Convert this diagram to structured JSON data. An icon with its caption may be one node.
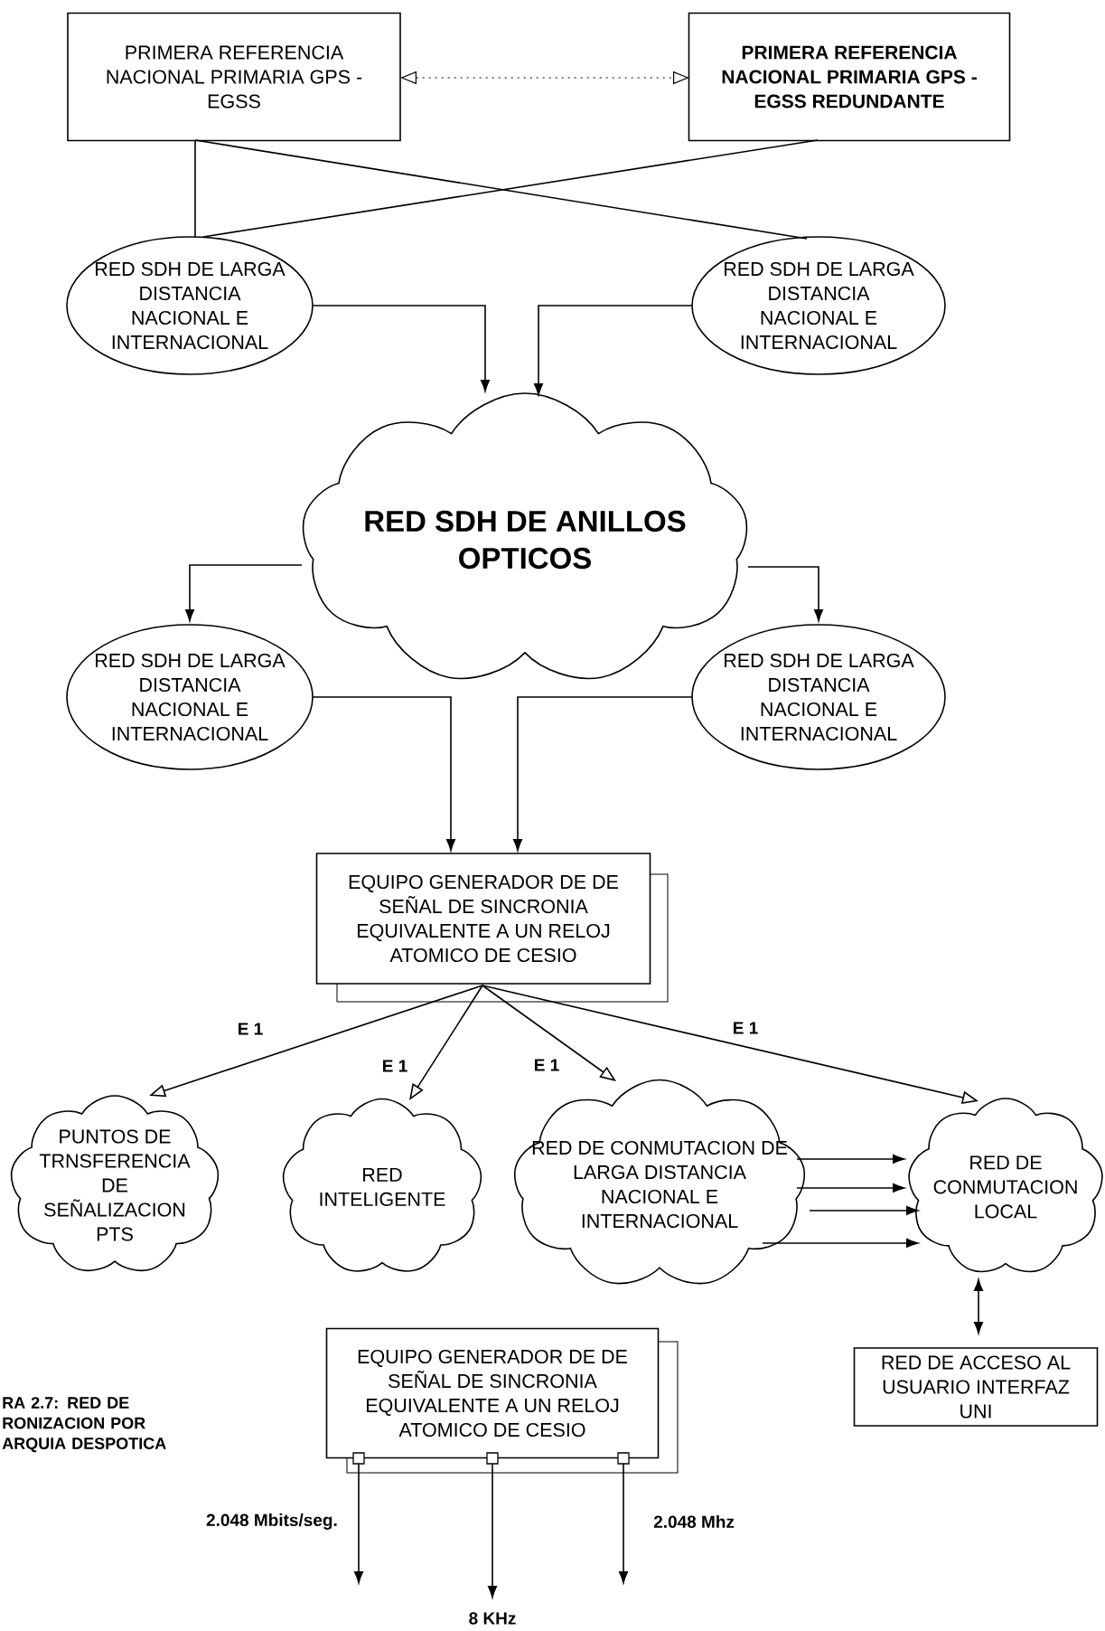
{
  "diagram": {
    "nodes": [
      {
        "text": [
          "PRIMERA REFERENCIA NACIONAL PRIMARIA GPS - EGSS"
        ]
      },
      {
        "text": [
          "PRIMERA REFERENCIA NACIONAL PRIMARIA GPS - EGSS REDUNDANTE"
        ]
      },
      {
        "text": [
          "RED SDH DE LARGA DISTANCIA NACIONAL E INTERNACIONAL"
        ]
      },
      {
        "text": [
          "RED SDH DE LARGA DISTANCIA NACIONAL E INTERNACIONAL"
        ]
      },
      {
        "text": [
          "RED SDH DE ANILLOS OPTICOS"
        ]
      },
      {
        "text": [
          "RED SDH DE LARGA DISTANCIA NACIONAL E INTERNACIONAL"
        ]
      },
      {
        "text": [
          "RED SDH DE LARGA DISTANCIA NACIONAL E INTERNACIONAL"
        ]
      },
      {
        "text": [
          "EQUIPO GENERADOR DE DE SEÑAL DE SINCRONIA EQUIVALENTE A UN RELOJ ATOMICO DE CESIO"
        ]
      },
      {
        "text": [
          "PUNTOS DE TRNSFERENCIA DE SEÑALIZACION PTS"
        ]
      },
      {
        "text": [
          "RED INTELIGENTE"
        ]
      },
      {
        "text": [
          "RED DE CONMUTACION DE LARGA DISTANCIA NACIONAL E INTERNACIONAL"
        ]
      },
      {
        "text": [
          "RED DE CONMUTACION LOCAL"
        ]
      },
      {
        "text": [
          "RED DE ACCESO AL USUARIO INTERFAZ UNI"
        ]
      },
      {
        "text": [
          "EQUIPO GENERADOR DE DE SEÑAL DE SINCRONIA EQUIVALENTE A UN RELOJ ATOMICO DE CESIO"
        ]
      }
    ],
    "edges": [
      {
        "from": 0,
        "to": 1,
        "arrow": "both",
        "style": "dashed"
      },
      {
        "from": 0,
        "to": 2,
        "arrow": "none"
      },
      {
        "from": 0,
        "to": 3,
        "arrow": "none"
      },
      {
        "from": 1,
        "to": 2,
        "arrow": "none"
      },
      {
        "from": 2,
        "to": 4,
        "arrow": "to"
      },
      {
        "from": 3,
        "to": 4,
        "arrow": "to"
      },
      {
        "from": 4,
        "to": 5,
        "arrow": "to"
      },
      {
        "from": 4,
        "to": 6,
        "arrow": "to"
      },
      {
        "from": 5,
        "to": 7,
        "arrow": "to"
      },
      {
        "from": 6,
        "to": 7,
        "arrow": "to"
      },
      {
        "from": 7,
        "to": 8,
        "arrow": "to",
        "label": "E 1"
      },
      {
        "from": 7,
        "to": 9,
        "arrow": "to",
        "label": "E 1"
      },
      {
        "from": 7,
        "to": 10,
        "arrow": "to",
        "label": "E 1"
      },
      {
        "from": 7,
        "to": 11,
        "arrow": "to",
        "label": "E 1"
      },
      {
        "from": 10,
        "to": 11,
        "arrow": "to"
      },
      {
        "from": 10,
        "to": 11,
        "arrow": "to"
      },
      {
        "from": 10,
        "to": 11,
        "arrow": "to"
      },
      {
        "from": 10,
        "to": 11,
        "arrow": "to"
      },
      {
        "from": 11,
        "to": 12,
        "arrow": "both"
      },
      {
        "from": 13,
        "to": null,
        "arrow": "to",
        "label": "2.048 Mbits/seg."
      },
      {
        "from": 13,
        "to": null,
        "arrow": "to",
        "label": "8 KHz"
      },
      {
        "from": 13,
        "to": null,
        "arrow": "to",
        "label": "2.048 Mhz"
      }
    ],
    "labels": [
      "RA 2.7: RED DE RONIZACION POR ARQUIA DESPOTICA"
    ]
  }
}
